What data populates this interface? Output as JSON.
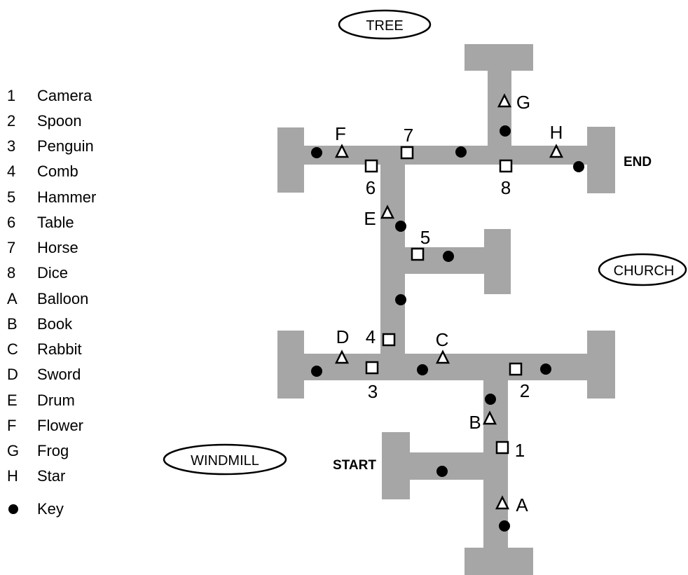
{
  "legend": {
    "items": [
      {
        "code": "1",
        "name": "Camera"
      },
      {
        "code": "2",
        "name": "Spoon"
      },
      {
        "code": "3",
        "name": "Penguin"
      },
      {
        "code": "4",
        "name": "Comb"
      },
      {
        "code": "5",
        "name": "Hammer"
      },
      {
        "code": "6",
        "name": "Table"
      },
      {
        "code": "7",
        "name": "Horse"
      },
      {
        "code": "8",
        "name": "Dice"
      },
      {
        "code": "A",
        "name": "Balloon"
      },
      {
        "code": "B",
        "name": "Book"
      },
      {
        "code": "C",
        "name": "Rabbit"
      },
      {
        "code": "D",
        "name": "Sword"
      },
      {
        "code": "E",
        "name": "Drum"
      },
      {
        "code": "F",
        "name": "Flower"
      },
      {
        "code": "G",
        "name": "Frog"
      },
      {
        "code": "H",
        "name": "Star"
      }
    ],
    "key_label": "Key"
  },
  "landmarks": {
    "tree": "TREE",
    "church": "CHURCH",
    "windmill": "WINDMILL"
  },
  "labels": {
    "start": "START",
    "end": "END"
  },
  "map_markers": {
    "squares": [
      "1",
      "2",
      "3",
      "4",
      "5",
      "6",
      "7",
      "8"
    ],
    "triangles": [
      "A",
      "B",
      "C",
      "D",
      "E",
      "F",
      "G",
      "H"
    ]
  },
  "colors": {
    "path": "#a6a6a6",
    "marker": "#000000",
    "background": "#ffffff"
  }
}
